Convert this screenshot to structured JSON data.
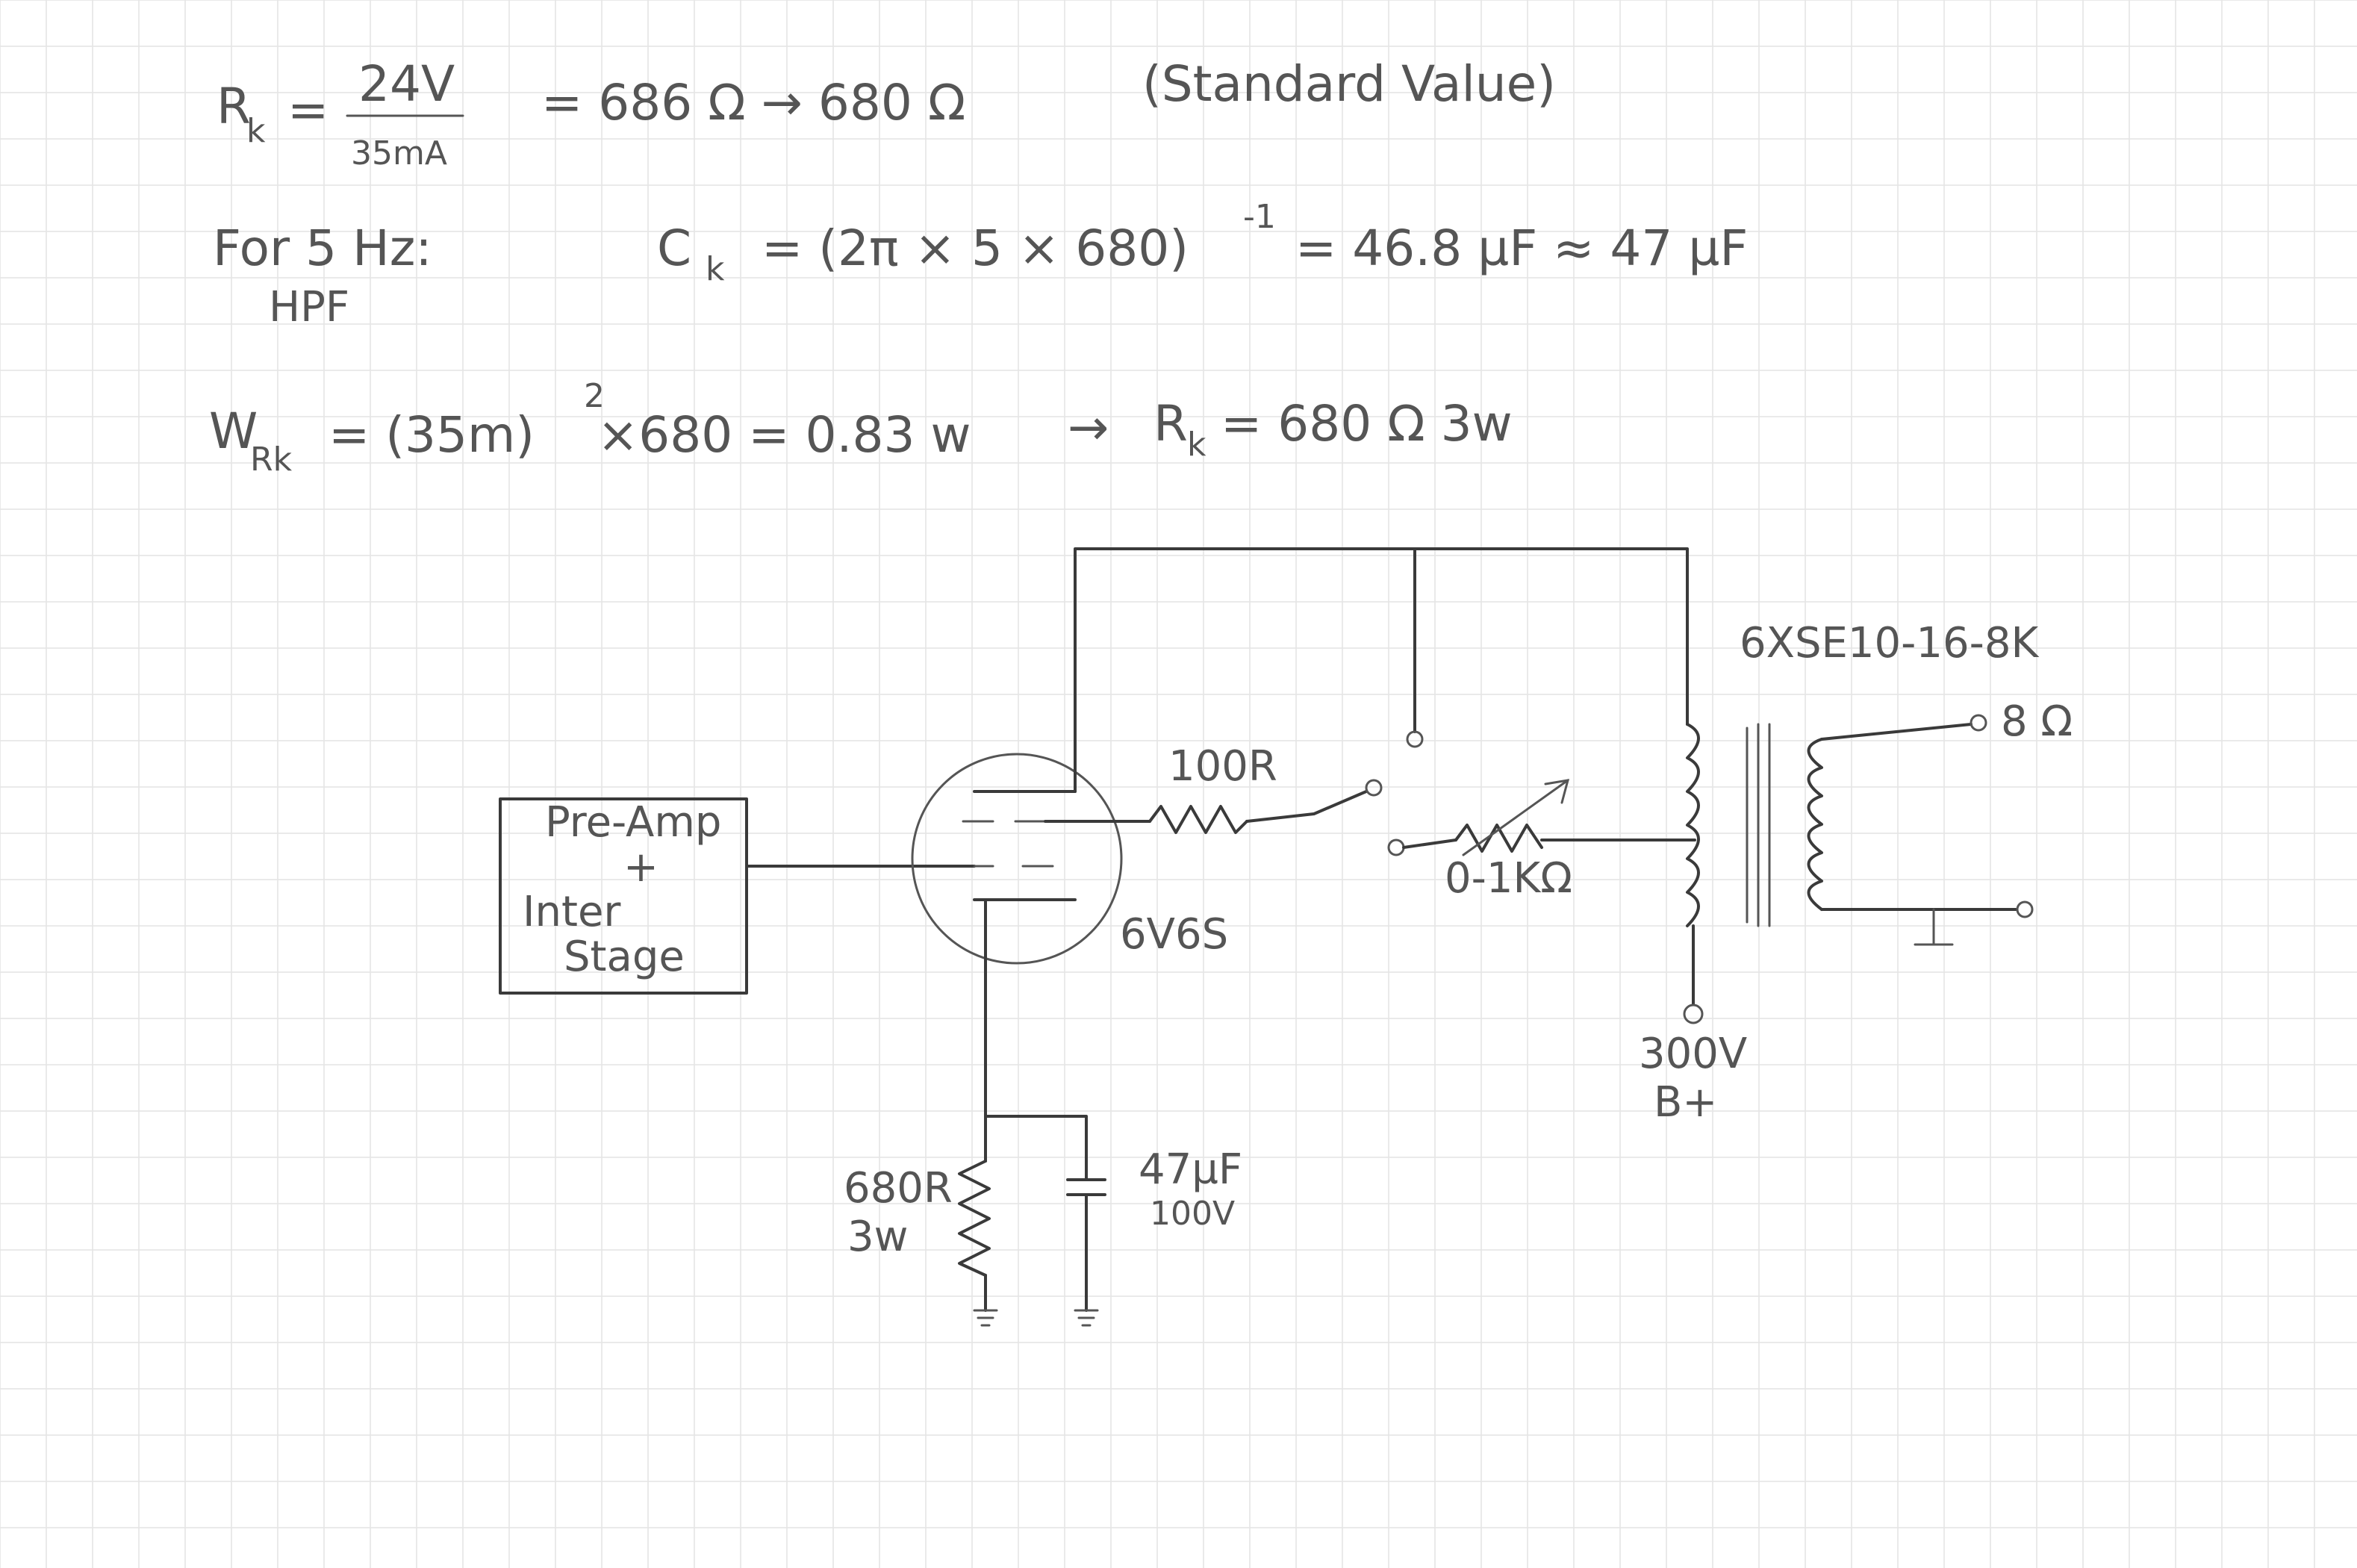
{
  "notes": {
    "rk_label": "R",
    "rk_sub": "k",
    "rk_eq": "=",
    "rk_numerator": "24V",
    "rk_denominator": "35mA",
    "rk_result": "= 686 Ω → 680 Ω",
    "rk_standard": "(Standard Value)",
    "hpf_line1": "For 5 Hz:",
    "hpf_line2": "HPF",
    "ck_label": "C",
    "ck_sub": "k",
    "ck_expr": "= (2π × 5 × 680)",
    "ck_exp": "-1",
    "ck_result": "= 46.8 µF ≈ 47 µF",
    "w_label": "W",
    "w_sub": "Rk",
    "w_expr": "= (35m)",
    "w_exp": "2",
    "w_rest": "×680 = 0.83 w",
    "w_arrow": "→",
    "w_result_label": "R",
    "w_result_sub": "k",
    "w_result": "= 680 Ω 3w"
  },
  "schematic": {
    "preamp_line1": "Pre-Amp",
    "preamp_line2": "+",
    "preamp_line3": "Inter",
    "preamp_line4": "Stage",
    "tube": "6V6S",
    "screen_resistor": "100R",
    "pot": "0-1KΩ",
    "transformer": "6XSE10-16-8K",
    "speaker_tap": "8 Ω",
    "supply_voltage": "300V",
    "supply_label": "B+",
    "cathode_resistor": "680R",
    "cathode_resistor_power": "3w",
    "cathode_cap": "47µF",
    "cathode_cap_voltage": "100V"
  }
}
